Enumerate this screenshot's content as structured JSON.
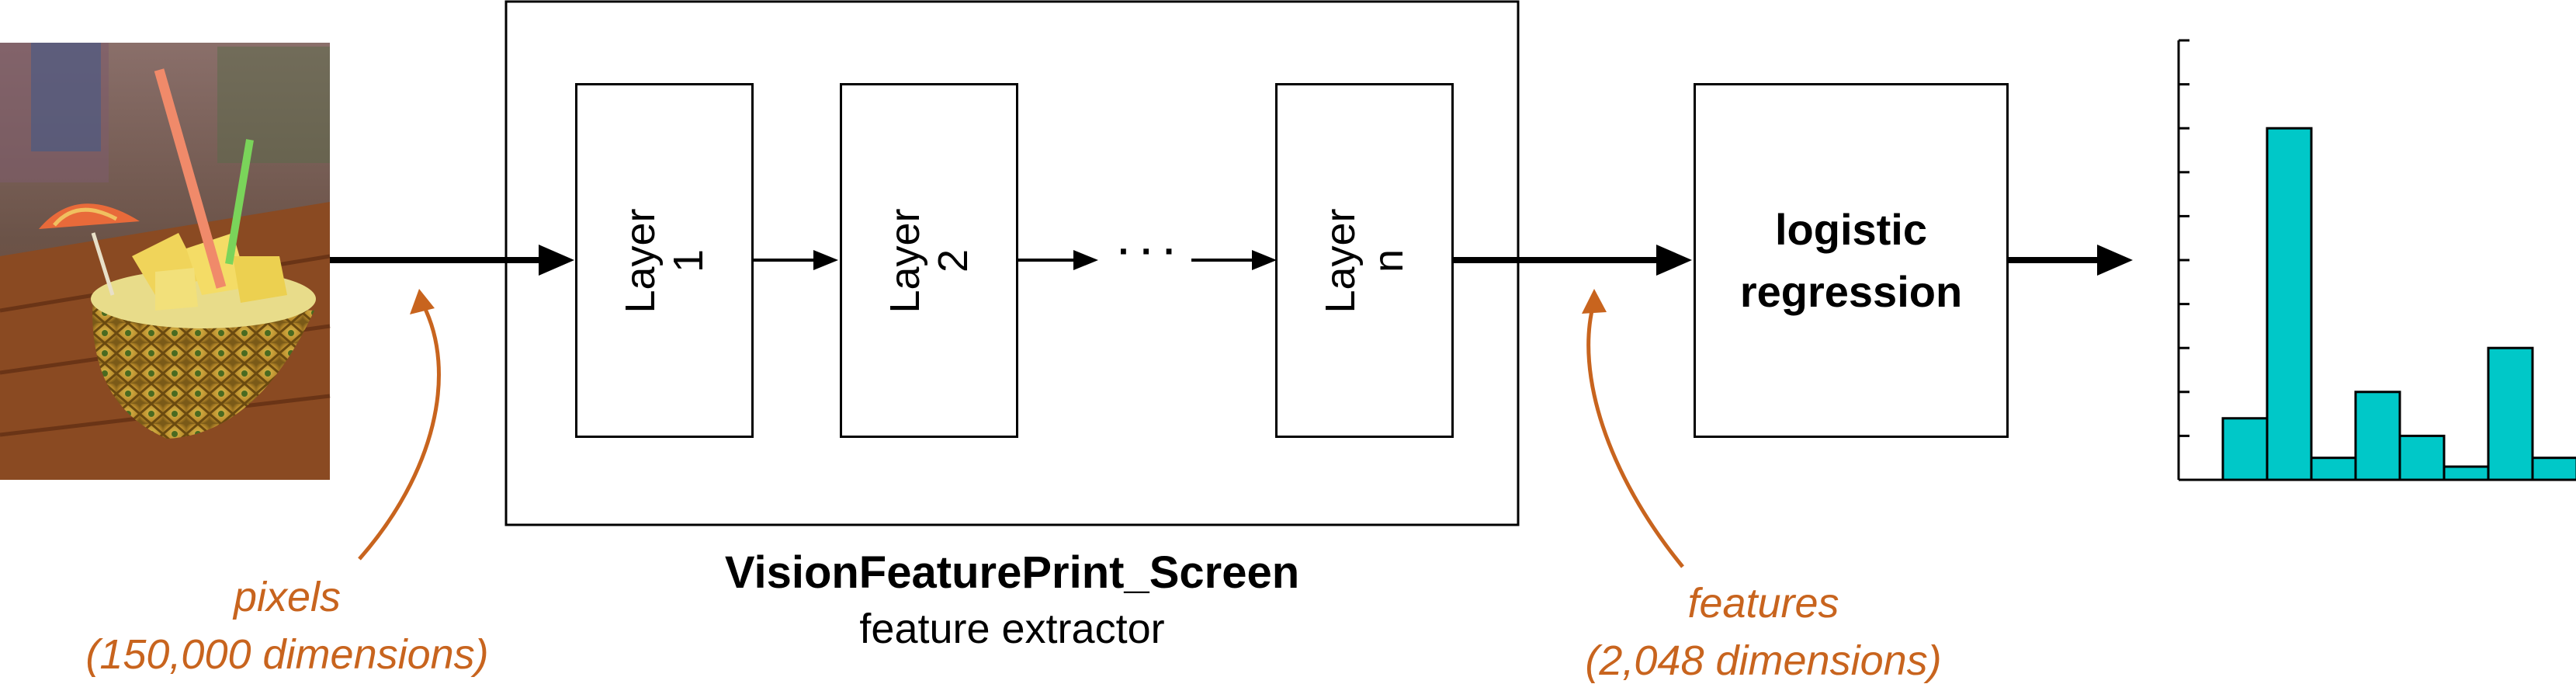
{
  "layers": [
    {
      "line1": "Layer",
      "line2": "1"
    },
    {
      "line1": "Layer",
      "line2": "2"
    },
    {
      "line1": "Layer",
      "line2": "n"
    }
  ],
  "ellipsis": "· · ·",
  "classifier": {
    "line1": "logistic",
    "line2": "regression"
  },
  "extractor": {
    "name": "VisionFeaturePrint_Screen",
    "subtitle": "feature extractor"
  },
  "pixels_note": {
    "line1": "pixels",
    "line2": "(150,000 dimensions)"
  },
  "features_note": {
    "line1": "features",
    "line2": "(2,048 dimensions)"
  },
  "colors": {
    "annotation": "#c8641e",
    "bars": "#00c8c8",
    "stroke": "#000000"
  },
  "output_histogram": {
    "values": [
      1.4,
      8.0,
      0.5,
      2.0,
      1.0,
      0.3,
      3.0,
      0.5
    ],
    "ticks": 10
  }
}
